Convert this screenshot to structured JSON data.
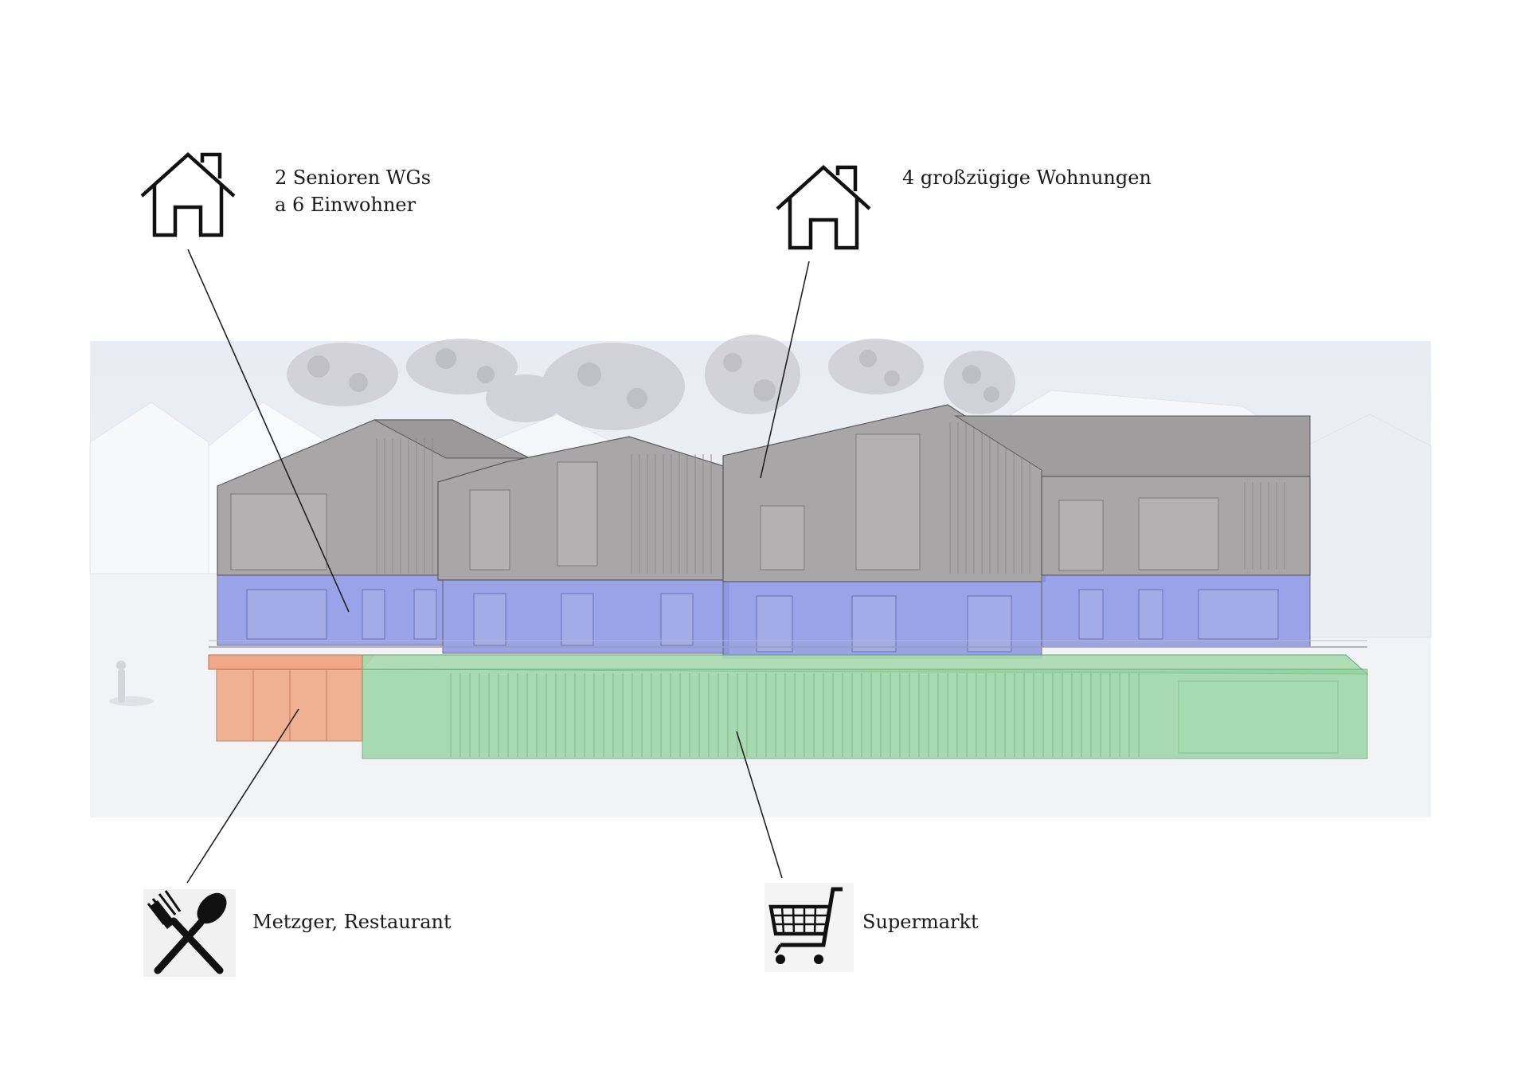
{
  "labels": {
    "senioren_line1": "2 Senioren WGs",
    "senioren_line2": "a 6 Einwohner",
    "wohnungen": "4 großzügige Wohnungen",
    "metzger": "Metzger, Restaurant",
    "supermarkt": "Supermarkt"
  },
  "icons": {
    "senioren": "house-icon",
    "wohnungen": "house-icon",
    "metzger": "fork-spoon-icon",
    "supermarkt": "shopping-cart-icon"
  },
  "colors": {
    "residential_floor": "#8c96e6",
    "upper_floor": "#a8a6a6",
    "butcher_restaurant": "#f0a07a",
    "supermarket": "#8ed29a",
    "background_render": "#eef0f4",
    "leader_line": "#222222"
  }
}
